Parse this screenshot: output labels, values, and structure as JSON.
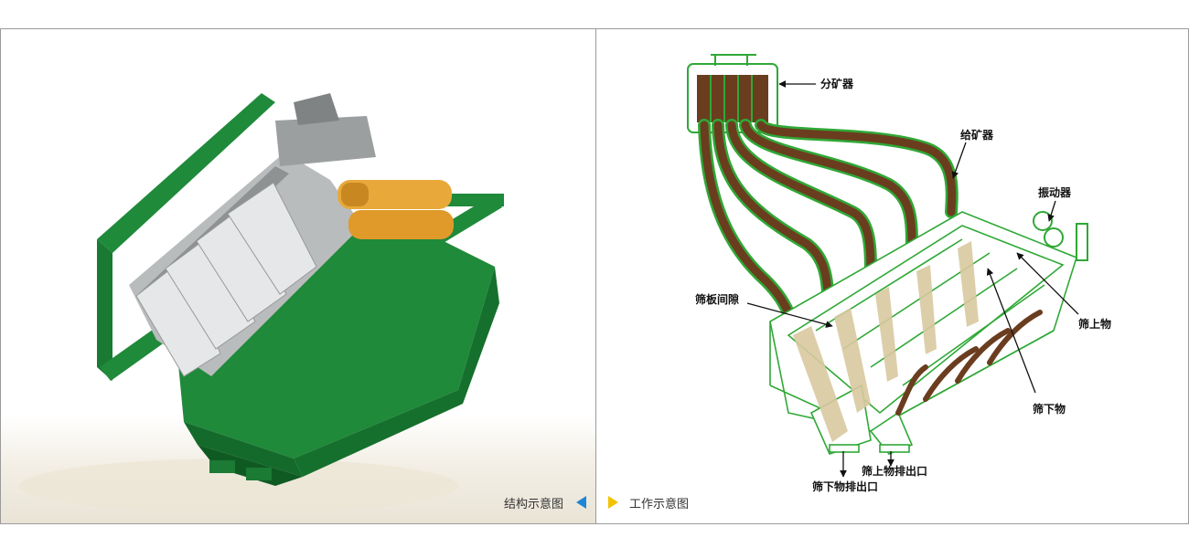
{
  "tabs": {
    "structure_label": "结构示意图",
    "working_label": "工作示意图"
  },
  "diagram": {
    "labels": {
      "ore_distributor": "分矿器",
      "ore_feeder": "给矿器",
      "vibrator": "振动器",
      "screen_gap": "筛板间隙",
      "oversize": "筛上物",
      "undersize": "筛下物",
      "oversize_outlet": "筛上物排出口",
      "undersize_outlet": "筛下物排出口"
    }
  },
  "colors": {
    "machine_green": "#1f8a3a",
    "line_green": "#2fa836",
    "ore_brown": "#6b3d1f",
    "sand_beige": "#d9c9a0",
    "motor_orange": "#e8a93a",
    "arrow_blue": "#1f86d6",
    "arrow_yellow": "#f3c200"
  }
}
